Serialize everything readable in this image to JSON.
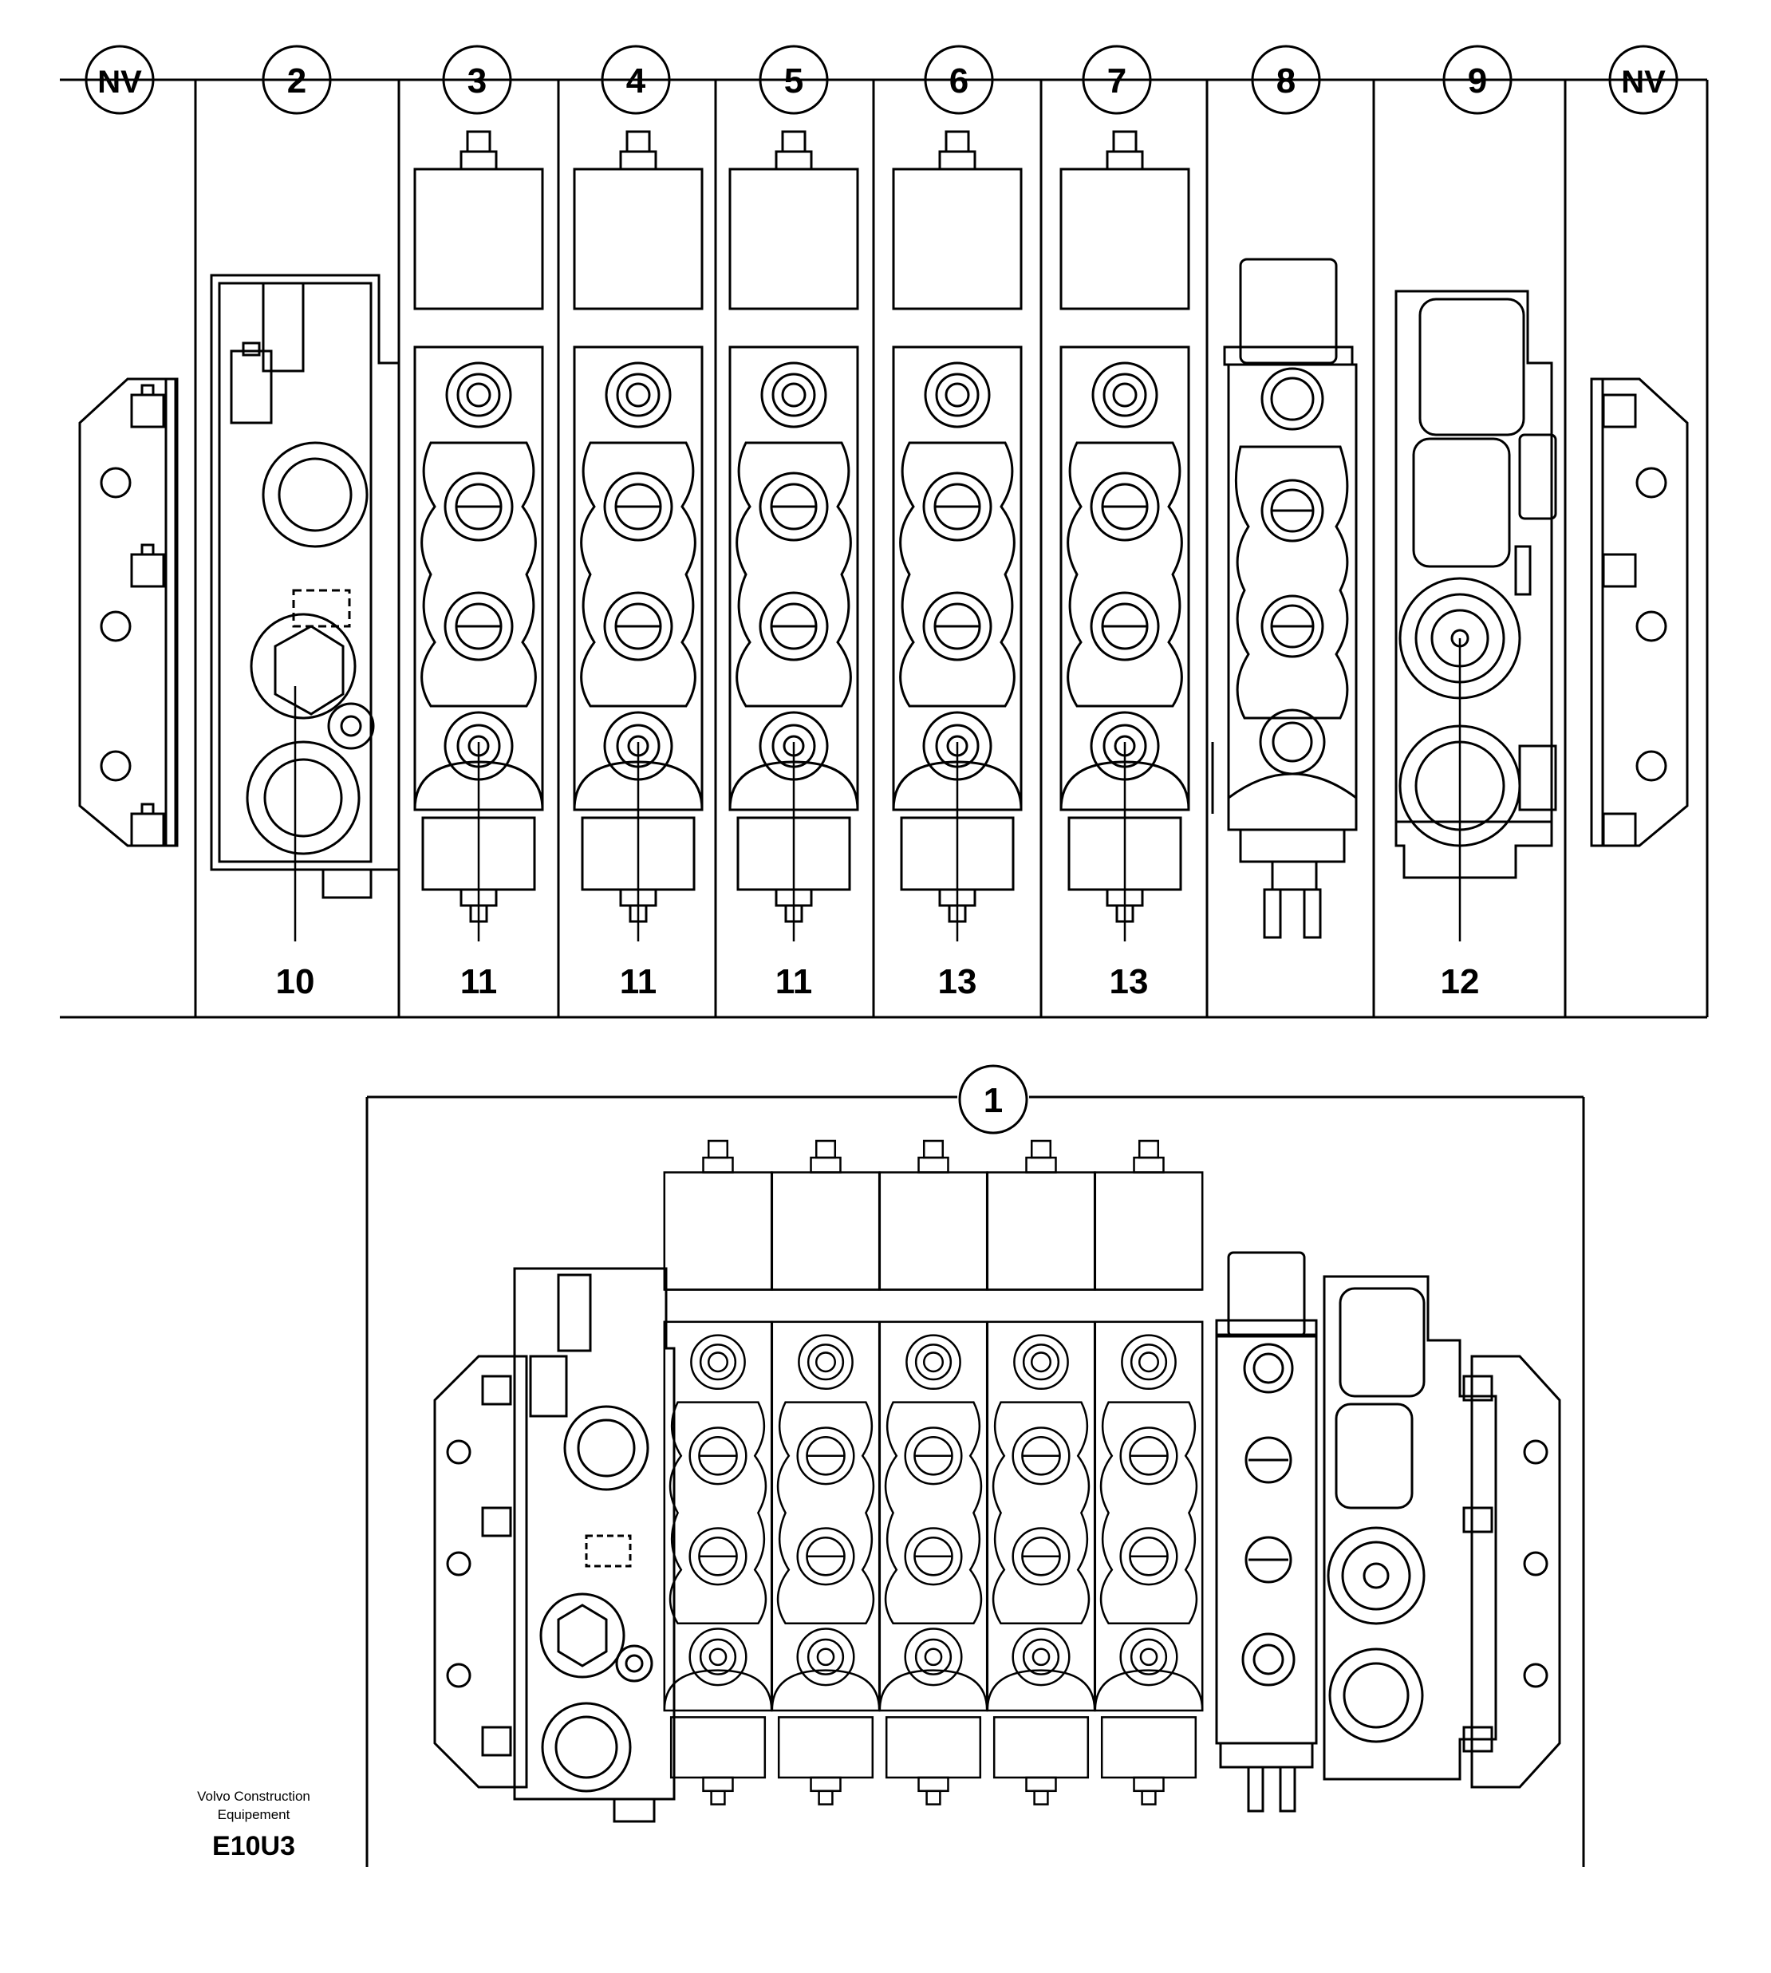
{
  "top_callouts": [
    "NV",
    "2",
    "3",
    "4",
    "5",
    "6",
    "7",
    "8",
    "9",
    "NV"
  ],
  "bottom_callouts": [
    "10",
    "11",
    "11",
    "11",
    "13",
    "13",
    "12"
  ],
  "assembly_callout": "1",
  "credit": {
    "line1": "Volvo Construction",
    "line2": "Equipement",
    "code": "E10U3"
  },
  "colors": {
    "line": "#000000",
    "background": "#ffffff"
  }
}
